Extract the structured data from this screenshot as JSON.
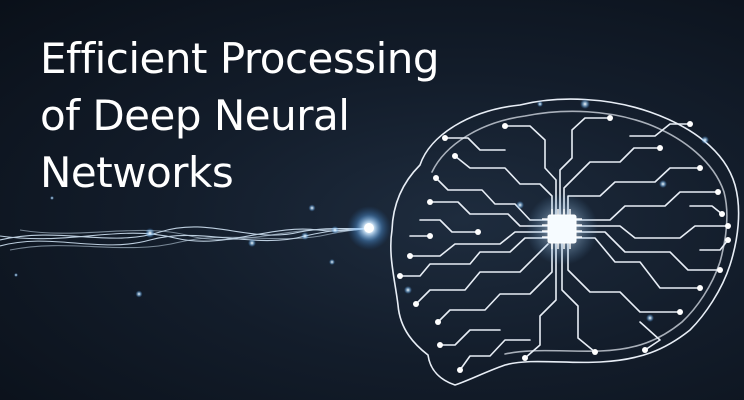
{
  "banner": {
    "title_lines": [
      "Efficient Processing",
      "of Deep Neural",
      "Networks"
    ]
  },
  "colors": {
    "background": "#131d2b",
    "circuit": "#e8eef6",
    "glow": "#7fc4ff",
    "title": "#ffffff"
  },
  "art": {
    "subject": "circuit-board-brain-icon",
    "accent": "glowing-fiber-optic-strands"
  }
}
